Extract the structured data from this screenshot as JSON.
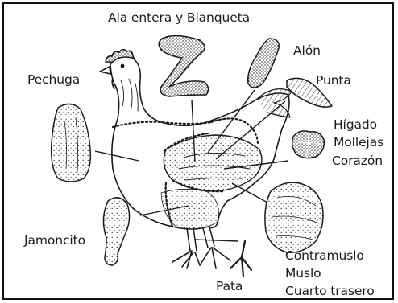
{
  "labels": {
    "wing": "Ala entera y Blanqueta",
    "wing_tip_section": "Alón",
    "wing_tip": "Punta",
    "breast": "Pechuga",
    "liver": "Hígado",
    "gizzard": "Mollejas",
    "heart": "Corazón",
    "drumstick": "Jamoncito",
    "thigh": "Contramuslo",
    "leg": "Muslo",
    "leg_quarter": "Cuarto trasero",
    "foot": "Pata"
  },
  "illustration": {
    "style": "black ink stipple line drawing",
    "subject": "whole chicken with separated cuts",
    "ink_color": "#1a1a1a"
  }
}
